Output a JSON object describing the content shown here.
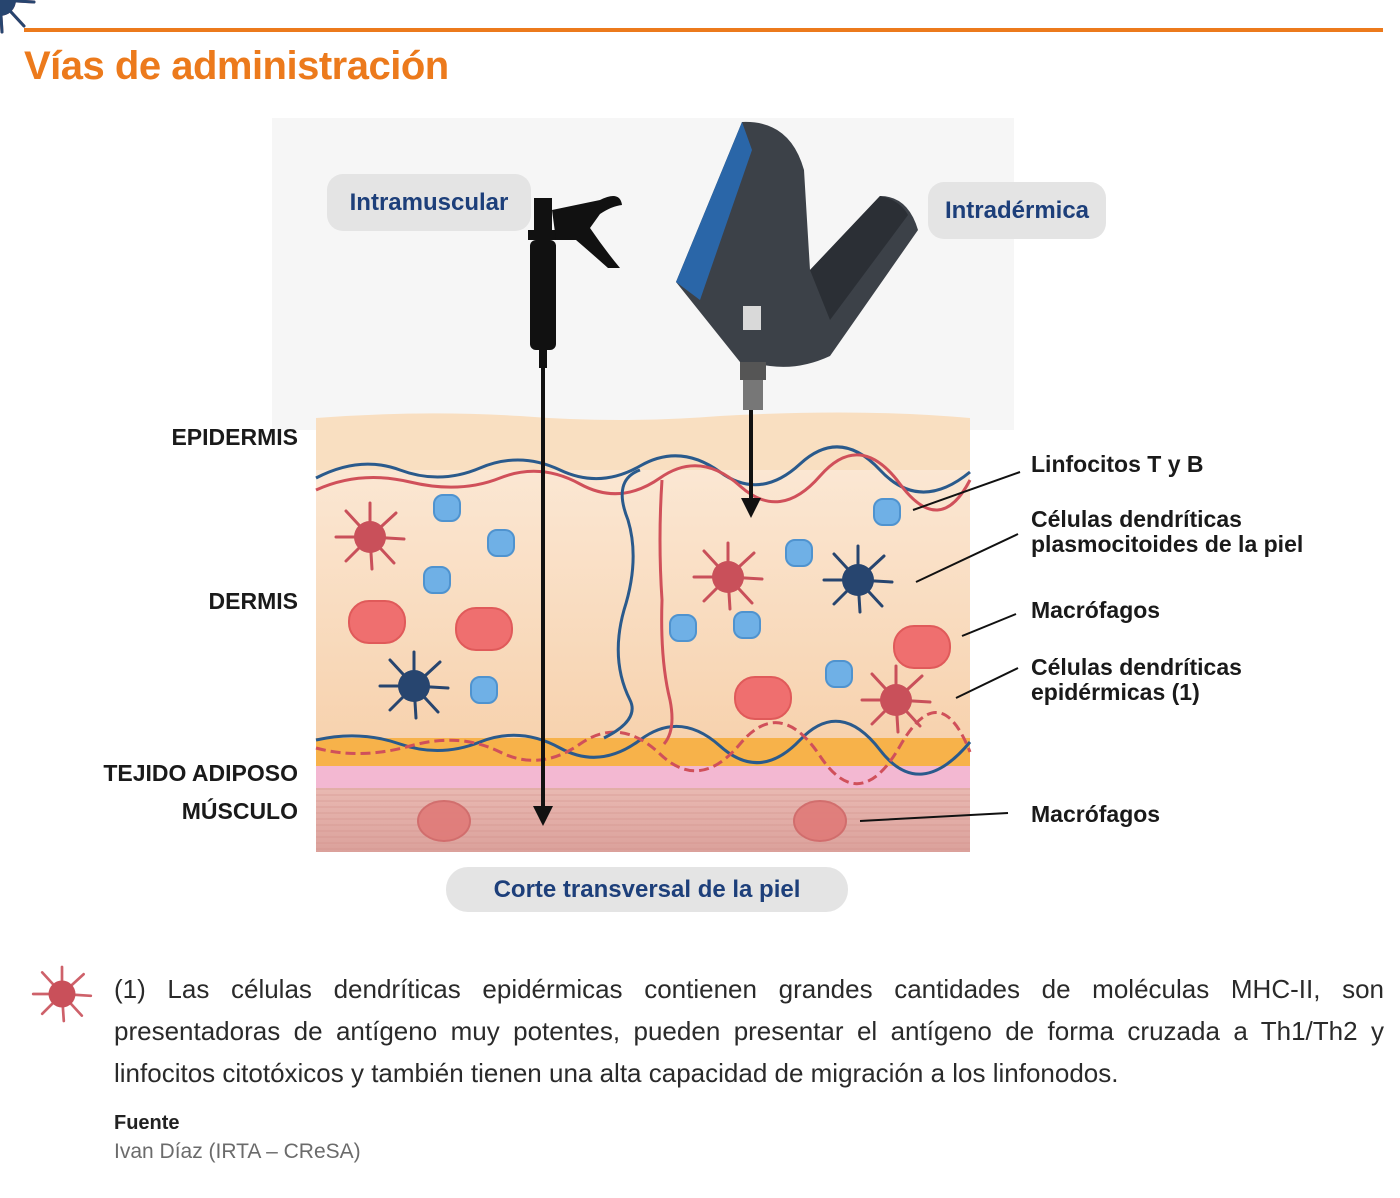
{
  "title": "Vías de administración",
  "routes": {
    "intramuscular": "Intramuscular",
    "intradermal": "Intradérmica"
  },
  "caption": "Corte transversal de la piel",
  "layers": {
    "epidermis": "EPIDERMIS",
    "dermis": "DERMIS",
    "adipose": "TEJIDO ADIPOSO",
    "muscle": "MÚSCULO"
  },
  "cells": {
    "lymphocytes": "Linfocitos T y B",
    "plasmacytoid_line1": "Células dendríticas",
    "plasmacytoid_line2": "plasmocitoides de la piel",
    "macrophages": "Macrófagos",
    "epidermal_dc_line1": "Células dendríticas",
    "epidermal_dc_line2": "epidérmicas (1)",
    "muscle_macrophages": "Macrófagos"
  },
  "footnote": "(1) Las células dendríticas epidérmicas contienen grandes cantidades de moléculas MHC-II, son presentadoras de antígeno muy potentes, pueden presentar el antígeno de forma cruzada a Th1/Th2 y linfocitos citotóxicos y también tienen una alta capacidad de migración a los linfonodos.",
  "source": {
    "heading": "Fuente",
    "value": "Ivan Díaz (IRTA – CReSA)"
  },
  "colors": {
    "accent": "#ec7a1c",
    "route_text": "#1d3f7a",
    "dendritic_red": "#c9505a",
    "dendritic_blue": "#27456f",
    "lymphocyte": "#6fb0e6",
    "macrophage": "#ef6f6f"
  },
  "icons": {
    "syringe": "syringe-icon",
    "injector": "needle-free-injector-icon",
    "footnote_cell": "dendritic-cell-icon"
  }
}
